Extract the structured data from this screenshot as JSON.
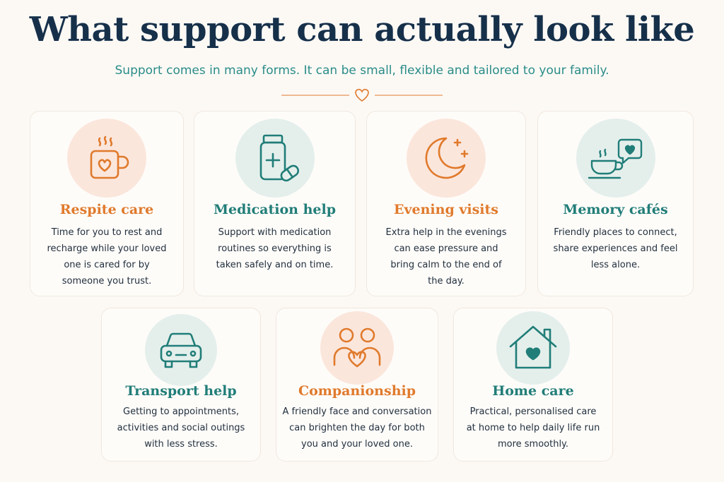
{
  "header": {
    "title": "What support can actually look like",
    "subtitle": "Support comes in many forms. It can be small, flexible and tailored to your family."
  },
  "colors": {
    "navy": "#16304a",
    "teal": "#217d78",
    "orange": "#e07a2c",
    "background": "#fcf9f5"
  },
  "cards": [
    {
      "icon": "heart-mug-icon",
      "title": "Respite care",
      "text": "Time for you to rest and recharge while your loved one is cared for by someone you trust.",
      "accent": "orange"
    },
    {
      "icon": "medicine-bottle-icon",
      "title": "Medication help",
      "text": "Support with medication routines so everything is taken safely and on time.",
      "accent": "teal"
    },
    {
      "icon": "moon-stars-icon",
      "title": "Evening visits",
      "text": "Extra help in the evenings can ease pressure and bring calm to the end of the day.",
      "accent": "orange"
    },
    {
      "icon": "coffee-cup-chat-icon",
      "title": "Memory cafés",
      "text": "Friendly places to connect, share experiences and feel less alone.",
      "accent": "teal"
    },
    {
      "icon": "car-icon",
      "title": "Transport help",
      "text": "Getting to appointments, activities and social outings with less stress.",
      "accent": "teal"
    },
    {
      "icon": "two-people-heart-icon",
      "title": "Companionship",
      "text": "A friendly face and conversation can brighten the day for both you and your loved one.",
      "accent": "orange"
    },
    {
      "icon": "house-heart-icon",
      "title": "Home care",
      "text": "Practical, personalised care at home to help daily life run more smoothly.",
      "accent": "teal"
    }
  ]
}
